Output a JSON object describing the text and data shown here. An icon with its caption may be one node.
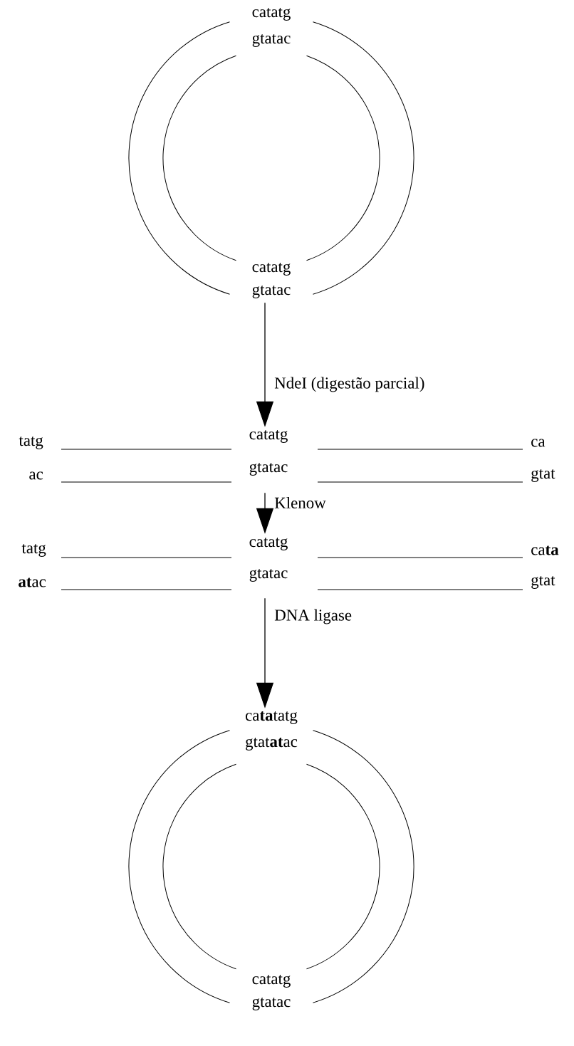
{
  "diagram": {
    "nodes": [
      {
        "text": [
          "catatg",
          "gtatac",
          "catatg",
          "gtatac"
        ]
      },
      {
        "text": [
          "tatg",
          "catatg",
          "ca",
          "ac",
          "gtatac",
          "gtat"
        ]
      },
      {
        "text": [
          "tatg",
          "catatg",
          "ca**ta**",
          "**at**ac",
          "gtatac",
          "gtat"
        ]
      },
      {
        "text": [
          "ca**ta**tatg",
          "gtat**at**ac",
          "catatg",
          "gtatac"
        ]
      }
    ],
    "edges": [
      {
        "from": 0,
        "to": 1,
        "arrow": "to",
        "label": "NdeI (digestão parcial)"
      },
      {
        "from": 1,
        "to": 2,
        "arrow": "to",
        "label": "Klenow"
      },
      {
        "from": 2,
        "to": 3,
        "arrow": "to",
        "label": "DNA ligase"
      }
    ]
  }
}
